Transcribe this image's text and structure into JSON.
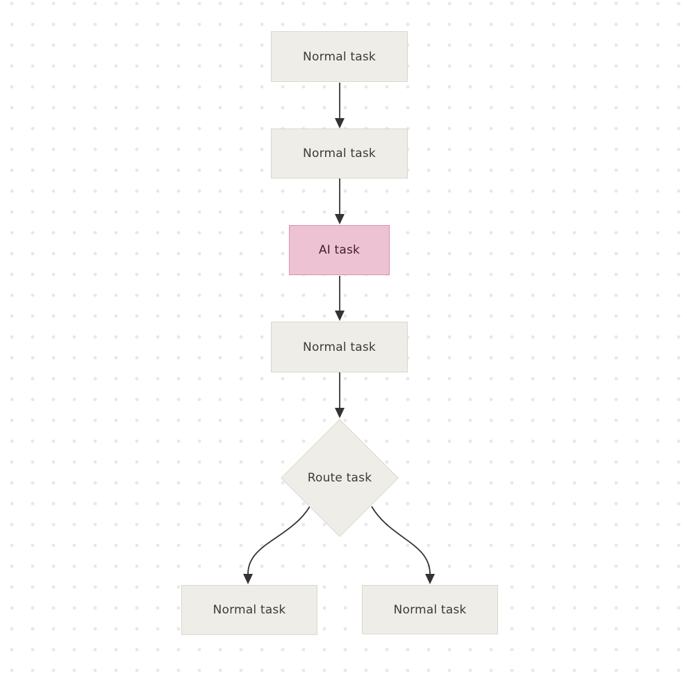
{
  "canvas": {
    "kind": "flowchart"
  },
  "colors": {
    "canvas_bg": "#ffffff",
    "dot": "#e8e8e8",
    "node_fill": "#efede8",
    "node_border": "#d9d6cc",
    "node_text": "#3b3a36",
    "ai_fill": "#edc3d3",
    "ai_border": "#dd8db1",
    "ai_text": "#40202f",
    "edge": "#333333"
  },
  "nodes": [
    {
      "label": "Normal task",
      "type": "rect"
    },
    {
      "label": "Normal task",
      "type": "rect"
    },
    {
      "label": "AI task",
      "type": "rect-highlight"
    },
    {
      "label": "Normal task",
      "type": "rect"
    },
    {
      "label": "Route task",
      "type": "diamond"
    },
    {
      "label": "Normal task",
      "type": "rect"
    },
    {
      "label": "Normal task",
      "type": "rect"
    }
  ]
}
